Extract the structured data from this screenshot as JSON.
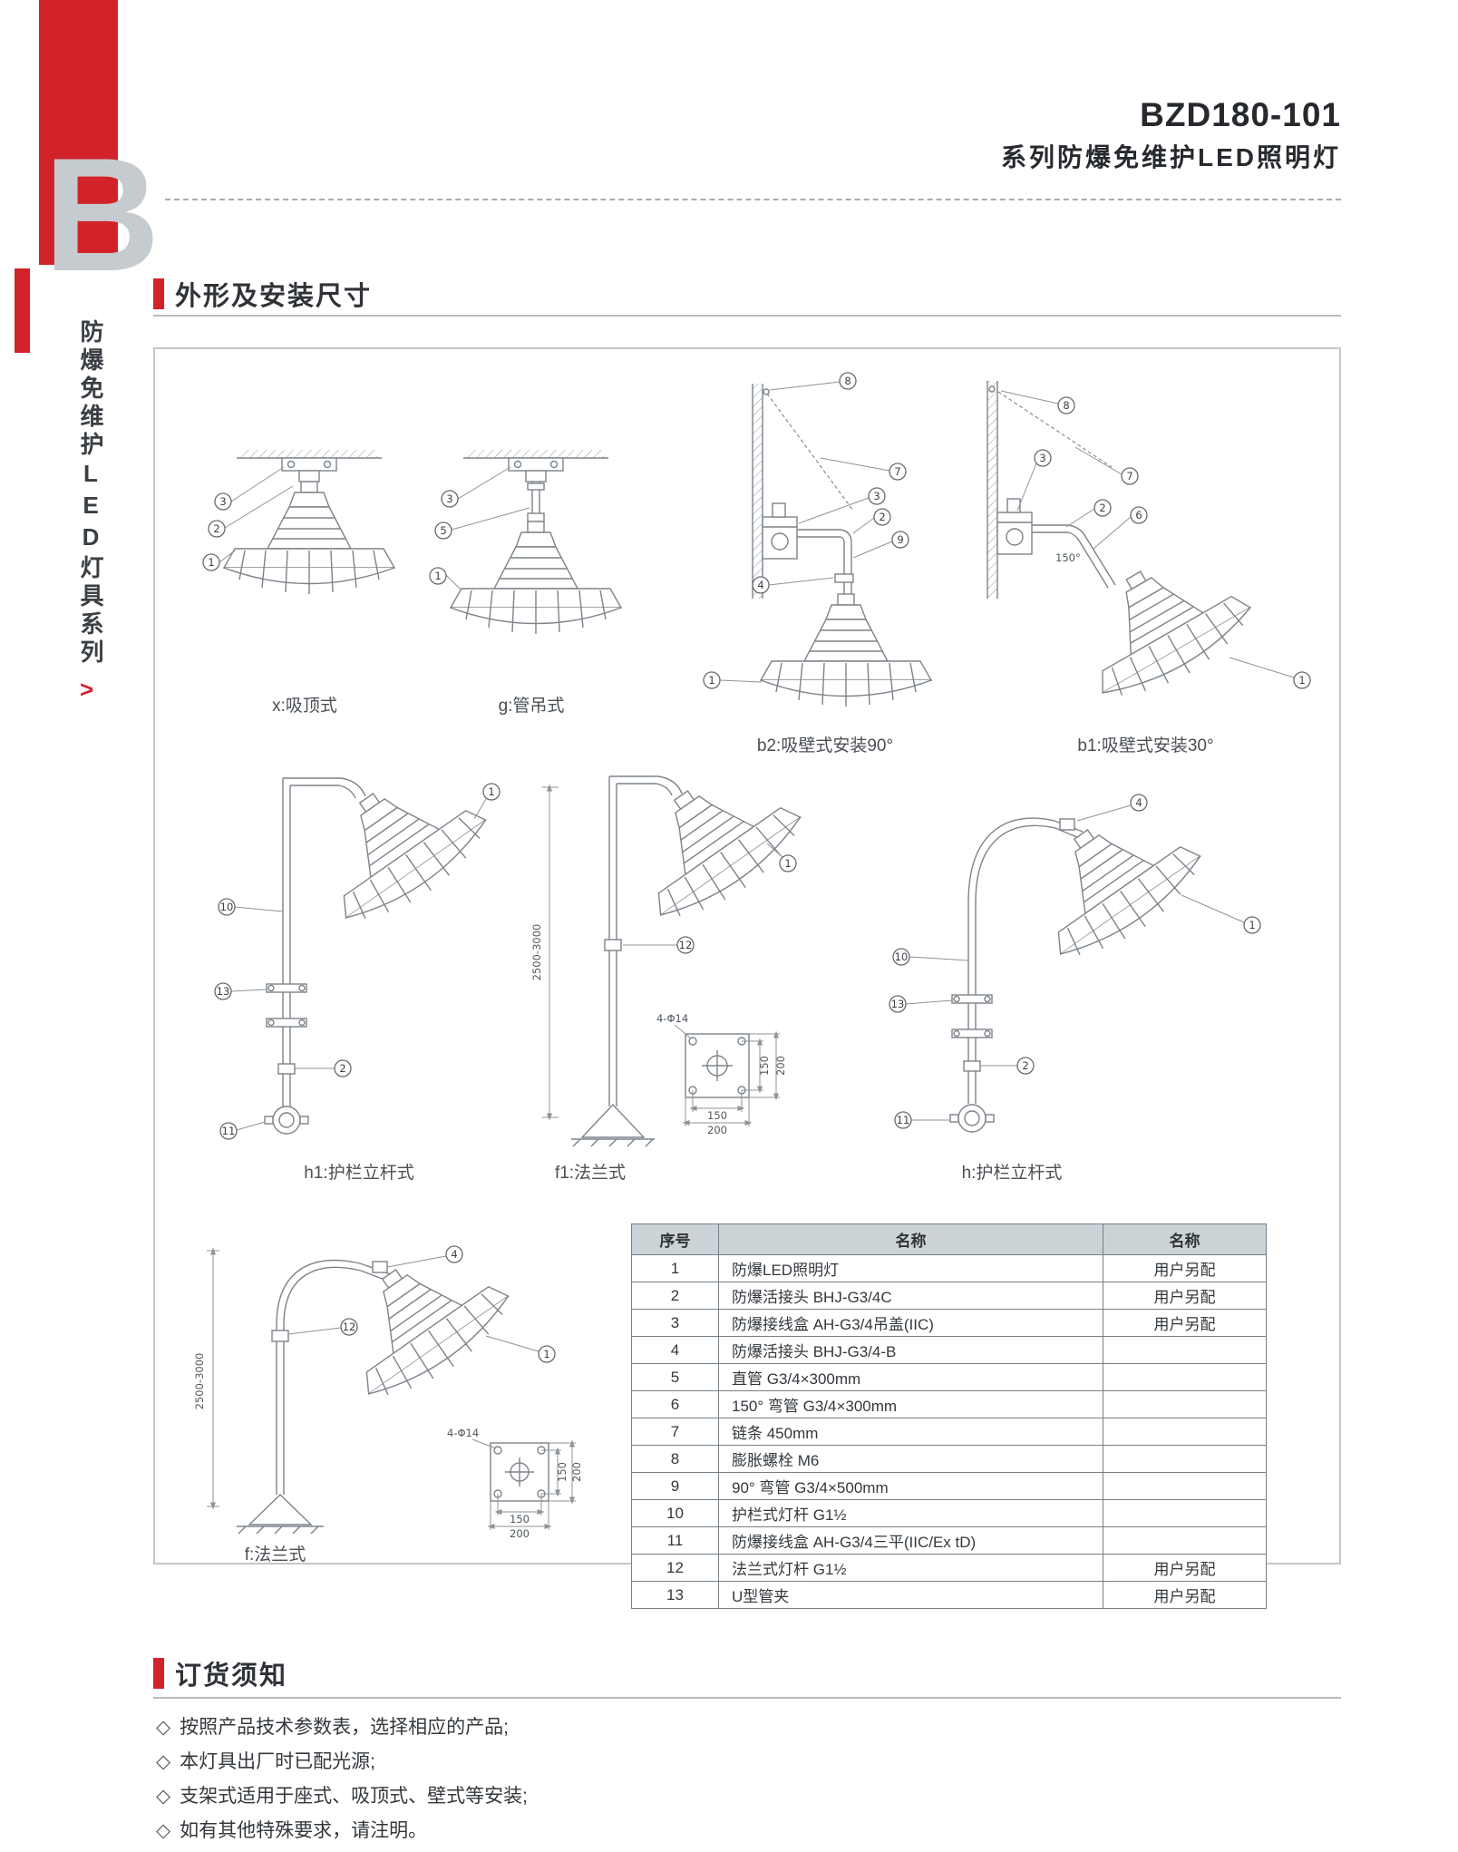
{
  "header": {
    "model": "BZD180-101",
    "subtitle": "系列防爆免维护LED照明灯"
  },
  "logo": {
    "letter": "B"
  },
  "sidebar": {
    "series": "防爆免维护LED灯具系列",
    "arrow": ">"
  },
  "sections": {
    "dimensions_title": "外形及安装尺寸",
    "ordering_title": "订货须知"
  },
  "diagrams": {
    "x": "x:吸顶式",
    "g": "g:管吊式",
    "b2": "b2:吸壁式安装90°",
    "b1": "b1:吸壁式安装30°",
    "h1": "h1:护栏立杆式",
    "f1": "f1:法兰式",
    "h": "h:护栏立杆式",
    "f": "f:法兰式"
  },
  "ann": {
    "nums": {
      "1": "1",
      "2": "2",
      "3": "3",
      "4": "4",
      "5": "5",
      "6": "6",
      "7": "7",
      "8": "8",
      "9": "9",
      "10": "10",
      "11": "11",
      "12": "12",
      "13": "13"
    },
    "height_range": "2500-3000",
    "bolt_spec": "4-Φ14",
    "dim150": "150",
    "dim200": "200",
    "angle150": "150°"
  },
  "table": {
    "headers": [
      "序号",
      "名称",
      "名称"
    ],
    "rows": [
      [
        "1",
        "防爆LED照明灯",
        "用户另配"
      ],
      [
        "2",
        "防爆活接头 BHJ-G3/4C",
        "用户另配"
      ],
      [
        "3",
        "防爆接线盒 AH-G3/4吊盖(IIC)",
        "用户另配"
      ],
      [
        "4",
        "防爆活接头 BHJ-G3/4-B",
        ""
      ],
      [
        "5",
        "直管 G3/4×300mm",
        ""
      ],
      [
        "6",
        "150° 弯管 G3/4×300mm",
        ""
      ],
      [
        "7",
        "链条 450mm",
        ""
      ],
      [
        "8",
        "膨胀螺栓 M6",
        ""
      ],
      [
        "9",
        "90° 弯管 G3/4×500mm",
        ""
      ],
      [
        "10",
        "护栏式灯杆 G1½",
        ""
      ],
      [
        "11",
        "防爆接线盒 AH-G3/4三平(IIC/Ex tD)",
        ""
      ],
      [
        "12",
        "法兰式灯杆 G1½",
        "用户另配"
      ],
      [
        "13",
        "U型管夹",
        "用户另配"
      ]
    ]
  },
  "notes": {
    "bullet": "◇",
    "items": [
      "按照产品技术参数表，选择相应的产品;",
      "本灯具出厂时已配光源;",
      "支架式适用于座式、吸顶式、壁式等安装;",
      "如有其他特殊要求，请注明。"
    ]
  }
}
